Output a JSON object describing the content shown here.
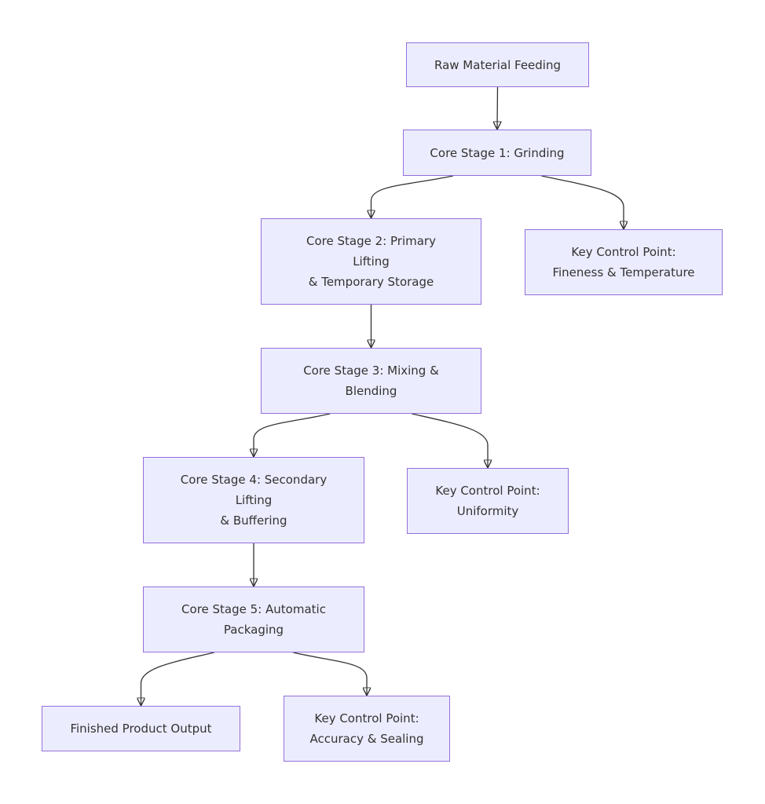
{
  "diagram": {
    "nodes": [
      {
        "id": "raw",
        "lines": [
          "Raw Material Feeding"
        ]
      },
      {
        "id": "grind",
        "lines": [
          "Core Stage 1: Grinding"
        ]
      },
      {
        "id": "lift1",
        "lines": [
          "Core Stage 2: Primary",
          "Lifting",
          "& Temporary Storage"
        ]
      },
      {
        "id": "kcp1",
        "lines": [
          "Key Control Point:",
          "Fineness & Temperature"
        ]
      },
      {
        "id": "mix",
        "lines": [
          "Core Stage 3: Mixing &",
          "Blending"
        ]
      },
      {
        "id": "lift2",
        "lines": [
          "Core Stage 4: Secondary",
          "Lifting",
          "& Buffering"
        ]
      },
      {
        "id": "kcp2",
        "lines": [
          "Key Control Point:",
          "Uniformity"
        ]
      },
      {
        "id": "pack",
        "lines": [
          "Core Stage 5: Automatic",
          "Packaging"
        ]
      },
      {
        "id": "out",
        "lines": [
          "Finished Product Output"
        ]
      },
      {
        "id": "kcp3",
        "lines": [
          "Key Control Point:",
          "Accuracy & Sealing"
        ]
      }
    ],
    "edges": [
      {
        "from": "raw",
        "to": "grind"
      },
      {
        "from": "grind",
        "to": "lift1"
      },
      {
        "from": "grind",
        "to": "kcp1"
      },
      {
        "from": "lift1",
        "to": "mix"
      },
      {
        "from": "mix",
        "to": "lift2"
      },
      {
        "from": "mix",
        "to": "kcp2"
      },
      {
        "from": "lift2",
        "to": "pack"
      },
      {
        "from": "pack",
        "to": "out"
      },
      {
        "from": "pack",
        "to": "kcp3"
      }
    ],
    "colors": {
      "node_fill": "#ececff",
      "node_border": "#9370db",
      "text": "#333333",
      "edge": "#333333"
    }
  }
}
